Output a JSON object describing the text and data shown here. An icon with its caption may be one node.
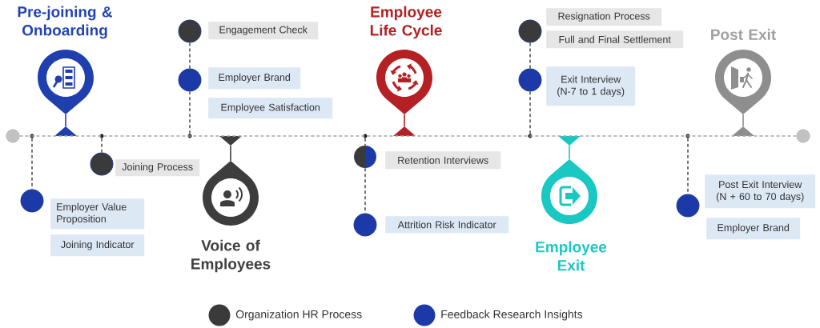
{
  "diagram": {
    "nodes": [
      {
        "text": [],
        "shape": "circle"
      },
      {
        "text": [
          "Pre-joining & Onboarding"
        ]
      },
      {
        "text": [],
        "shape": "dot"
      },
      {
        "text": [],
        "shape": "circle"
      },
      {
        "text": [
          "Employer Value Proposition"
        ]
      },
      {
        "text": [
          "Joining Indicator"
        ]
      },
      {
        "text": [],
        "shape": "dot"
      },
      {
        "text": [],
        "shape": "circle"
      },
      {
        "text": [
          "Joining Process"
        ]
      },
      {
        "text": [],
        "shape": "dot"
      },
      {
        "text": [],
        "shape": "circle"
      },
      {
        "text": [],
        "shape": "circle"
      },
      {
        "text": [
          "Engagement Check"
        ]
      },
      {
        "text": [
          "Employer Brand"
        ]
      },
      {
        "text": [
          "Employee Satisfaction"
        ]
      },
      {
        "text": [
          "Voice of Employees"
        ]
      },
      {
        "text": [
          "Employee Life Cycle"
        ]
      },
      {
        "text": [],
        "shape": "dot"
      },
      {
        "text": [],
        "shape": "circle"
      },
      {
        "text": [
          "Retention Interviews"
        ]
      },
      {
        "text": [],
        "shape": "circle"
      },
      {
        "text": [
          "Attrition Risk Indicator"
        ]
      },
      {
        "text": [],
        "shape": "dot"
      },
      {
        "text": [],
        "shape": "circle"
      },
      {
        "text": [],
        "shape": "circle"
      },
      {
        "text": [
          "Resignation Process"
        ]
      },
      {
        "text": [
          "Full and Final Settlement"
        ]
      },
      {
        "text": [
          "Exit Interview (N-7 to 1 days)"
        ]
      },
      {
        "text": [
          "Employee Exit"
        ]
      },
      {
        "text": [],
        "shape": "dot"
      },
      {
        "text": [],
        "shape": "circle"
      },
      {
        "text": [
          "Post Exit Interview (N + 60 to 70 days)"
        ]
      },
      {
        "text": [
          "Employer Brand"
        ]
      },
      {
        "text": [
          "Post Exit"
        ]
      },
      {
        "text": [],
        "shape": "circle"
      }
    ],
    "edges": [
      {
        "from": 0,
        "to": 34,
        "arrow": "none",
        "style": "dashed",
        "color": "#a6a6a6"
      },
      {
        "from": 2,
        "to": 3,
        "arrow": "none",
        "style": "dashed"
      },
      {
        "from": 6,
        "to": 7,
        "arrow": "none",
        "style": "dashed"
      },
      {
        "from": 9,
        "to": 10,
        "arrow": "none",
        "style": "dashed"
      },
      {
        "from": 10,
        "to": 11,
        "arrow": "none",
        "style": "dashed"
      },
      {
        "from": 17,
        "to": 18,
        "arrow": "none",
        "style": "dashed"
      },
      {
        "from": 18,
        "to": 20,
        "arrow": "none",
        "style": "dashed"
      },
      {
        "from": 22,
        "to": 23,
        "arrow": "none",
        "style": "dashed"
      },
      {
        "from": 23,
        "to": 24,
        "arrow": "none",
        "style": "dashed"
      },
      {
        "from": 29,
        "to": 30,
        "arrow": "none",
        "style": "dashed"
      }
    ],
    "legend": [
      {
        "text": "Organization HR Process",
        "color": "#3a3a3a"
      },
      {
        "text": "Feedback Research Insights",
        "color": "#1b3aa8"
      }
    ]
  }
}
